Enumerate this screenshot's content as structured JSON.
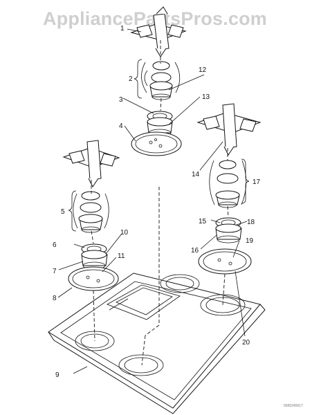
{
  "watermark": "AppliancePartsPros.com",
  "callouts": [
    "1",
    "2",
    "3",
    "4",
    "5",
    "6",
    "7",
    "8",
    "9",
    "10",
    "11",
    "12",
    "13",
    "14",
    "15",
    "16",
    "17",
    "18",
    "19",
    "20"
  ],
  "footer_code": "5995245617"
}
